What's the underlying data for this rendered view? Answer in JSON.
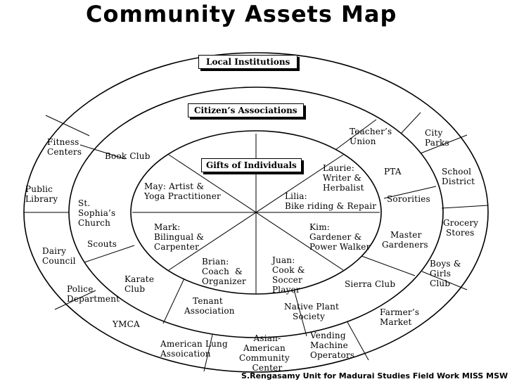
{
  "title": "Community Assets Map",
  "rings": {
    "outer": "Local Institutions",
    "middle": "Citizen’s Associations",
    "inner": "Gifts of Individuals"
  },
  "institutions": {
    "fitness_centers": "Fitness\nCenters",
    "public_library": "Public\nLibrary",
    "dairy_council": "Dairy\nCouncil",
    "police_department": "Police\nDepartment",
    "ymca": "YMCA",
    "american_lung": "American Lung\nAssoication",
    "asian_american": "  Asian-\nAmerican\nCommunity\n  Center",
    "vending": "Vending\nMachine\nOperators",
    "farmers_market": "Farmer’s\nMarket",
    "boys_girls": "Boys &\nGirls\nClub",
    "grocery": "Grocery\n Stores",
    "school_district": "School\nDistrict",
    "city_parks": "City\nParks",
    "teachers_union": "Teacher’s\nUnion"
  },
  "associations": {
    "book_club": "Book Club",
    "st_sophias": "St.\nSophia’s\nChurch",
    "scouts": "Scouts",
    "karate": "Karate\nClub",
    "tenant": "   Tenant\nAssociation",
    "native_plant": "Native Plant\n   Society",
    "sierra": "Sierra Club",
    "master_gardeners": "   Master\nGardeners",
    "sororities": "Sororities",
    "pta": "PTA"
  },
  "individuals": {
    "may": "May: Artist &\nYoga Practitioner",
    "mark": "Mark:\nBilingual &\nCarpenter",
    "brian": "Brian:\nCoach  &\nOrganizer",
    "juan": "Juan:\nCook &\nSoccer\nPlayer",
    "kim": "Kim:\nGardener &\nPower Walker",
    "lilia": "Lilia:\nBike riding & Repair",
    "laurie": "Laurie:\nWriter &\nHerbalist"
  },
  "footer": "S.Rengasamy  Unit for Madurai Studies Field Work MISS MSW"
}
